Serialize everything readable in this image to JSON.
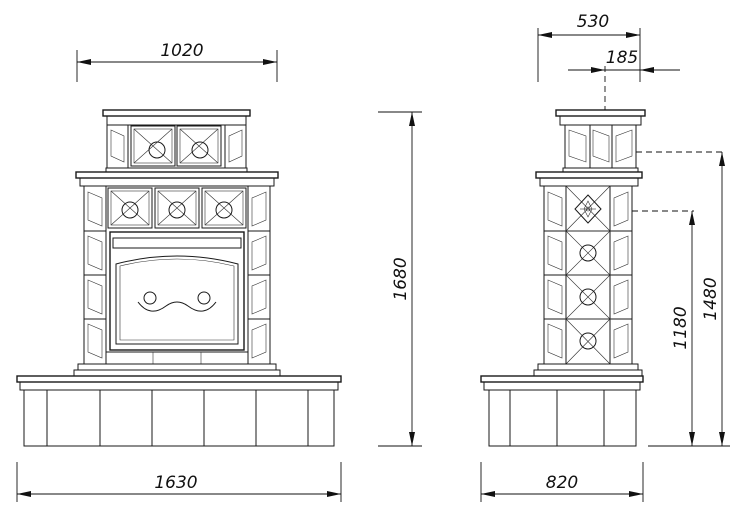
{
  "drawing": {
    "front_view": {
      "dimensions": {
        "top_width": "1020",
        "total_height": "1680",
        "base_width": "1630"
      }
    },
    "side_view": {
      "dimensions": {
        "top_width": "530",
        "top_offset": "185",
        "height_upper": "1480",
        "height_lower": "1180",
        "base_width": "820"
      }
    }
  }
}
